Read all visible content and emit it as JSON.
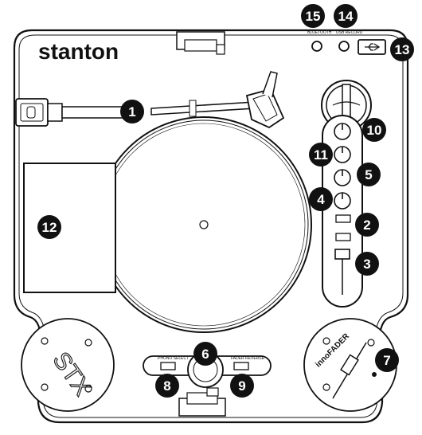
{
  "brand": "stanton",
  "labels": {
    "bluetooth": "BLUETOOTH",
    "usb_record": "USB RECORD",
    "phono_select": "PHONO SELECT",
    "fader_reverse": "FADER REVERSE",
    "stx": "STX",
    "innofader": "innoFADER"
  },
  "callouts": [
    "1",
    "2",
    "3",
    "4",
    "5",
    "6",
    "7",
    "8",
    "9",
    "10",
    "11",
    "12",
    "13",
    "14",
    "15"
  ],
  "colors": {
    "line": "#111111",
    "callout_fill": "#111111",
    "callout_text": "#ffffff"
  },
  "icons": {
    "usb_port": "usb-icon"
  }
}
